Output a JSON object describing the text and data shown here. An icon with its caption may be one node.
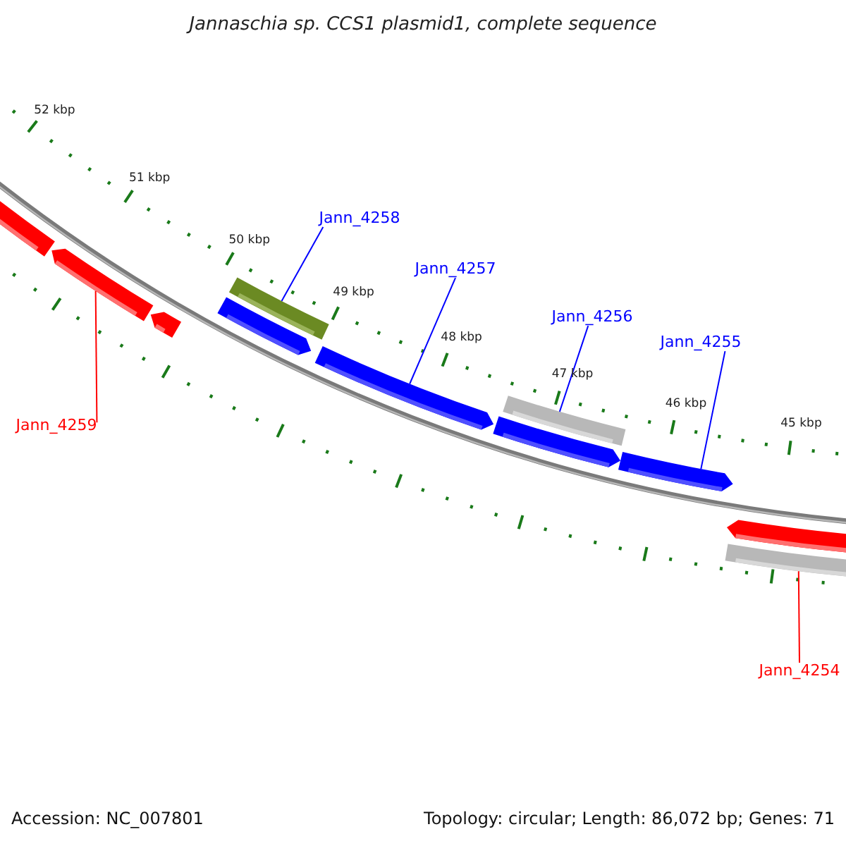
{
  "diagram": {
    "title": "Jannaschia sp. CCS1 plasmid1, complete sequence",
    "nodes": [
      {
        "text": [
          "Jann_4258"
        ]
      },
      {
        "text": [
          "Jann_4257"
        ]
      },
      {
        "text": [
          "Jann_4256"
        ]
      },
      {
        "text": [
          "Jann_4255"
        ]
      },
      {
        "text": [
          "Jann_4259"
        ]
      },
      {
        "text": [
          "Jann_4254"
        ]
      },
      {
        "text": [],
        "shape": "arrow"
      },
      {
        "text": [],
        "shape": "arrow"
      },
      {
        "text": [],
        "shape": "arrow"
      },
      {
        "text": [],
        "shape": "arrow"
      },
      {
        "text": [],
        "shape": "bar"
      },
      {
        "text": [],
        "shape": "arrow"
      },
      {
        "text": [],
        "shape": "bar"
      },
      {
        "text": [],
        "shape": "arrow"
      },
      {
        "text": [],
        "shape": "arrow"
      },
      {
        "text": [],
        "shape": "arrow"
      },
      {
        "text": [],
        "shape": "bar"
      }
    ],
    "edges": [
      {
        "from": 0,
        "to": 10,
        "arrow": "none"
      },
      {
        "from": 1,
        "to": 11,
        "arrow": "none"
      },
      {
        "from": 2,
        "to": 12,
        "arrow": "none"
      },
      {
        "from": 3,
        "to": 14,
        "arrow": "none"
      },
      {
        "from": 4,
        "to": 7,
        "arrow": "none",
        "color": "#ff0000"
      },
      {
        "from": 5,
        "to": 16,
        "arrow": "none",
        "color": "#ff0000"
      }
    ],
    "labels": [
      "52 kbp",
      "51 kbp",
      "50 kbp",
      "49 kbp",
      "48 kbp",
      "47 kbp",
      "46 kbp",
      "45 kbp",
      "Accession: NC_007801",
      "Topology: circular; Length: 86,072 bp; Genes: 71"
    ]
  }
}
